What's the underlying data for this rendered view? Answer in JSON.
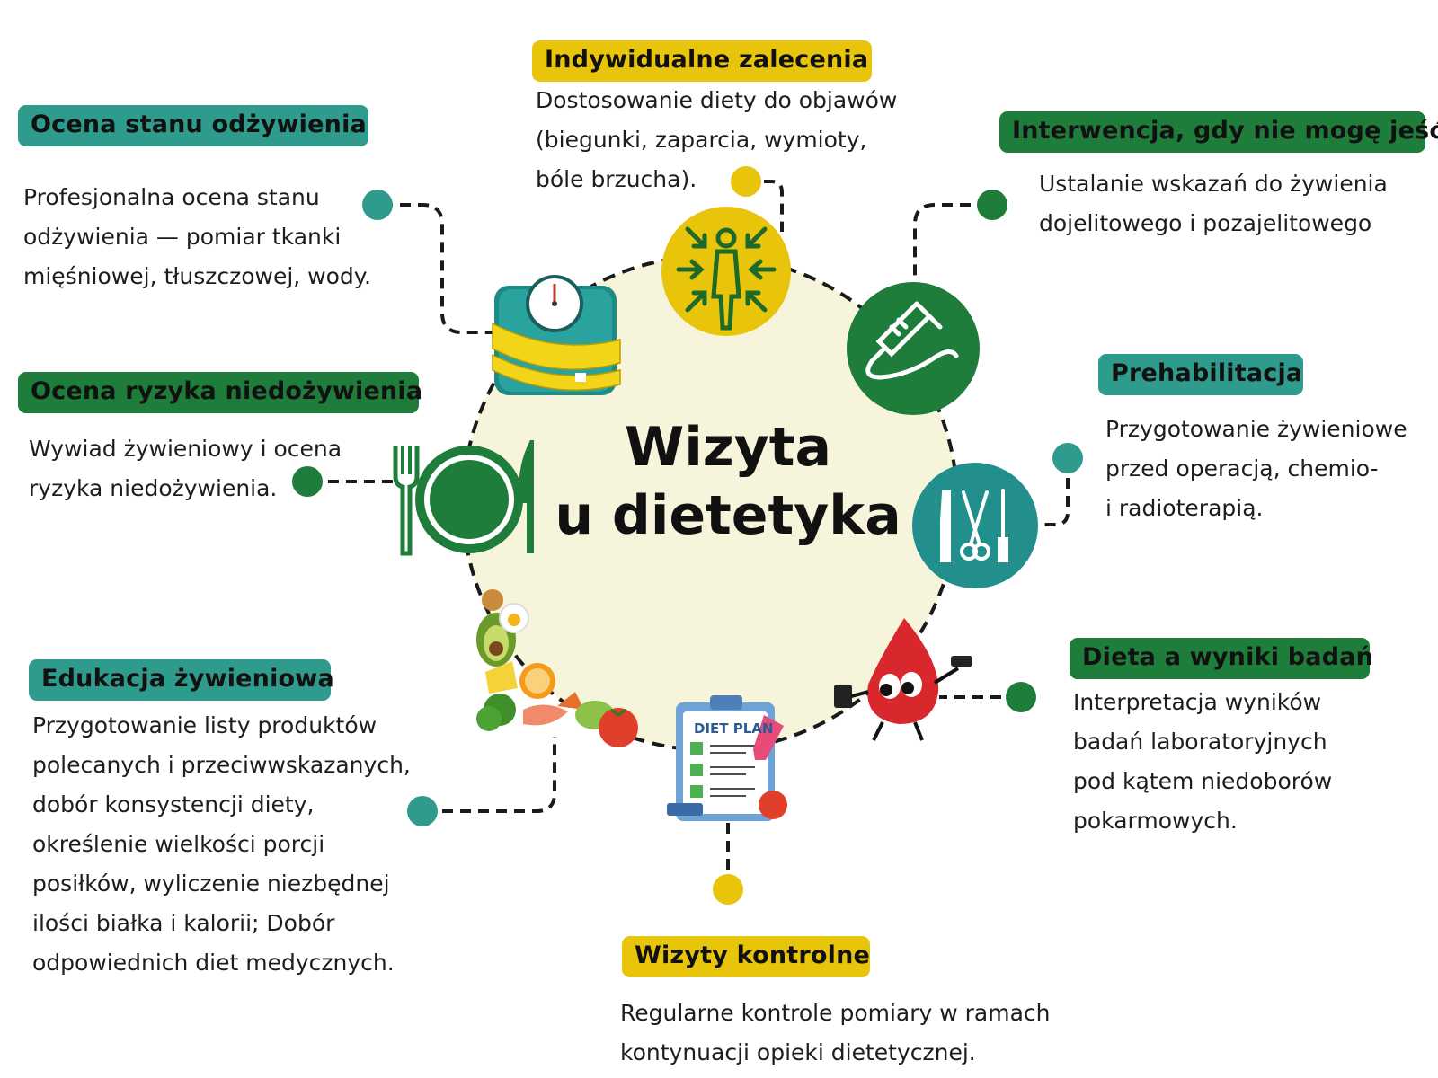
{
  "center": {
    "line1": "Wizyta",
    "line2": "u dietetyka"
  },
  "colors": {
    "teal": "#2f9b8c",
    "green": "#1e7d3a",
    "yellow": "#e8c40b",
    "circle_fill": "#f6f5dc",
    "line": "#1a1a1a"
  },
  "nodes": {
    "ocena_stanu": {
      "title": "Ocena stanu odżywienia",
      "lines": [
        "Profesjonalna ocena stanu",
        "odżywienia — pomiar tkanki",
        "mięśniowej, tłuszczowej, wody."
      ],
      "icon": "bathroom-scale-icon"
    },
    "indywidualne": {
      "title": "Indywidualne zalecenia",
      "lines": [
        "Dostosowanie diety do objawów",
        "(biegunki, zaparcia, wymioty,",
        "bóle brzucha)."
      ],
      "icon": "person-focus-icon"
    },
    "interwencja": {
      "title": "Interwencja, gdy nie mogę jeść",
      "lines": [
        "Ustalanie wskazań do żywienia",
        "dojelitowego i pozajelitowego"
      ],
      "icon": "syringe-tube-icon"
    },
    "ocena_ryzyka": {
      "title": "Ocena ryzyka niedożywienia",
      "lines": [
        "Wywiad żywieniowy i ocena",
        "ryzyka niedożywienia."
      ],
      "icon": "plate-cutlery-icon"
    },
    "prehabilitacja": {
      "title": "Prehabilitacja",
      "lines": [
        "Przygotowanie żywieniowe",
        "przed operacją, chemio-",
        "i radioterapią."
      ],
      "icon": "surgical-tools-icon"
    },
    "edukacja": {
      "title": "Edukacja żywieniowa",
      "lines": [
        "Przygotowanie listy produktów",
        "polecanych i przeciwwskazanych,",
        "dobór konsystencji diety,",
        "określenie wielkości porcji",
        "posiłków, wyliczenie niezbędnej",
        "ilości  białka i kalorii; Dobór",
        "odpowiednich diet medycznych."
      ],
      "icon": "healthy-food-icon"
    },
    "dieta_wyniki": {
      "title": "Dieta a wyniki badań",
      "lines": [
        "Interpretacja wyników",
        "badań laboratoryjnych",
        "pod kątem niedoborów",
        "pokarmowych."
      ],
      "icon": "blood-drop-mascot-icon"
    },
    "wizyty": {
      "title": "Wizyty kontrolne",
      "lines": [
        "Regularne kontrole pomiary w ramach",
        "kontynuacji opieki dietetycznej."
      ],
      "icon": "diet-plan-clipboard-icon"
    }
  },
  "diet_plan": {
    "label": "DIET PLAN"
  }
}
